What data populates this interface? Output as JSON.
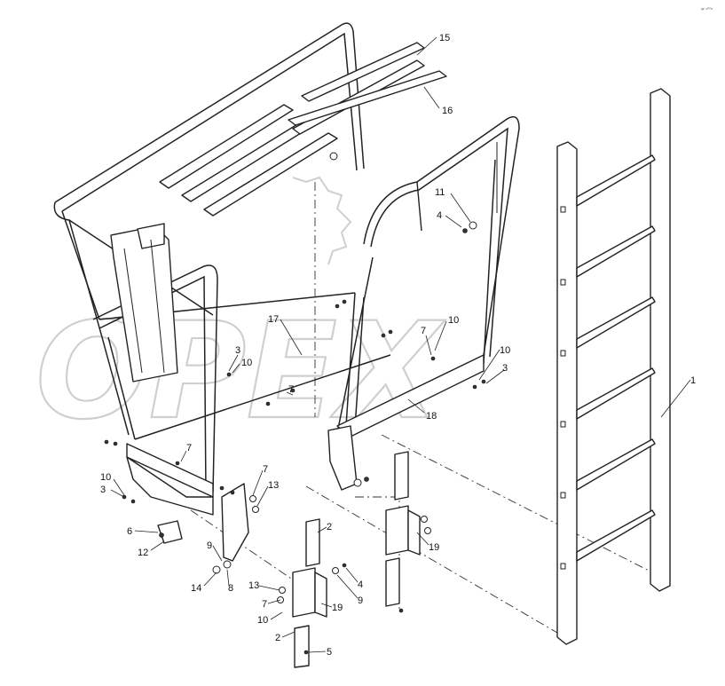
{
  "drawing": {
    "reference_code": "ᵍᵖ ⁴⁰⁰⁶",
    "watermark": "OPEX",
    "callouts": [
      {
        "id": "c15",
        "label": "15"
      },
      {
        "id": "c16",
        "label": "16"
      },
      {
        "id": "c11",
        "label": "11"
      },
      {
        "id": "c4a",
        "label": "4"
      },
      {
        "id": "c17",
        "label": "17"
      },
      {
        "id": "c10a",
        "label": "10"
      },
      {
        "id": "c7a",
        "label": "7"
      },
      {
        "id": "c10b",
        "label": "10"
      },
      {
        "id": "c3a",
        "label": "3"
      },
      {
        "id": "c3b",
        "label": "3"
      },
      {
        "id": "c10c",
        "label": "10"
      },
      {
        "id": "c7b",
        "label": "7"
      },
      {
        "id": "c18",
        "label": "18"
      },
      {
        "id": "c1",
        "label": "1"
      },
      {
        "id": "c7c",
        "label": "7"
      },
      {
        "id": "c10d",
        "label": "10"
      },
      {
        "id": "c3c",
        "label": "3"
      },
      {
        "id": "c7d",
        "label": "7"
      },
      {
        "id": "c13a",
        "label": "13"
      },
      {
        "id": "c6",
        "label": "6"
      },
      {
        "id": "c12",
        "label": "12"
      },
      {
        "id": "c9a",
        "label": "9"
      },
      {
        "id": "c14",
        "label": "14"
      },
      {
        "id": "c8",
        "label": "8"
      },
      {
        "id": "c2a",
        "label": "2"
      },
      {
        "id": "c19a",
        "label": "19"
      },
      {
        "id": "c4b",
        "label": "4"
      },
      {
        "id": "c9b",
        "label": "9"
      },
      {
        "id": "c13b",
        "label": "13"
      },
      {
        "id": "c7e",
        "label": "7"
      },
      {
        "id": "c10e",
        "label": "10"
      },
      {
        "id": "c19b",
        "label": "19"
      },
      {
        "id": "c2b",
        "label": "2"
      },
      {
        "id": "c5",
        "label": "5"
      }
    ]
  }
}
